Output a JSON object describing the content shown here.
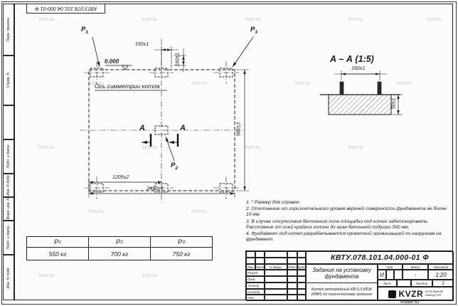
{
  "watermark": "kvzr.ru",
  "corner_stamp": "КВТУ.078.101.04.000-01 Ф",
  "left_strip": [
    "Перв. примен.",
    "Справ. N",
    "Подп. и дата",
    "Инв. N дубл.",
    "Взам. инв. N",
    "Подп. и дата",
    "Инв. N подл."
  ],
  "plan": {
    "p1_base": "P",
    "p1_sub": "1",
    "p2_base": "P",
    "p2_sub": "2",
    "p3_base": "P",
    "p3_sub": "3",
    "level": "0.000",
    "axis_label": "Ось симметрии котла",
    "dim_bolt_x": "160±1",
    "dim_bolt_y": "160±1",
    "dim_depth": "960±3",
    "dim_half_length": "1205±2",
    "dim_full_length": "2410±3",
    "section_letter_left": "А",
    "section_letter_right": "А"
  },
  "section_view": {
    "title": "А – А (1:5)",
    "dim_width": "160±1",
    "dim_height": "50±1"
  },
  "notes": [
    "1. * Размер для справок.",
    "2. Отклонение от горизонтального уровня верхней поверхности фундамента не более 10 мм.",
    "3. В случае отсутствия бетонного пола площадки под котел забетонировать. Расстояние от осей крайних колонн до края бетонной подушки 500 мм.",
    "4. Фундамент под котел разрабатывается проектной организацией по нагрузкам на фундамент."
  ],
  "load_table": {
    "columns": [
      {
        "base": "P",
        "sub": "1",
        "value": "550 кг"
      },
      {
        "base": "P",
        "sub": "2",
        "value": "700 кг"
      },
      {
        "base": "P",
        "sub": "3",
        "value": "750 кг"
      }
    ]
  },
  "title_block": {
    "doc_number": "КВТУ.078.101.04.000-01 Ф",
    "doc_title": "Задание на установку фундамента",
    "product": "Котел водогрейный КВ-0,9 КБЖ (РВР) по техническому заданию",
    "header_cells": [
      "Изм.",
      "Лист",
      "N докум.",
      "Подп.",
      "Дата"
    ],
    "roles": [
      "Разраб.",
      "Пров.",
      "Т.контр.",
      "Н.контр.",
      "Утв."
    ],
    "lit_label": "Лит.",
    "mass_label": "Масса",
    "scale_label": "Масштаб",
    "lit_value": "И",
    "mass_value": "-",
    "scale_value": "1:20",
    "sheet_label": "Лист",
    "sheets_label": "Листов",
    "sheets_value": "1",
    "logo_text": "KVZR",
    "logo_caption_line1": "КОТЕЛЬНЫЙ",
    "logo_caption_line2": "ЗАВОД РЭП",
    "format_label": "Формат А3"
  }
}
